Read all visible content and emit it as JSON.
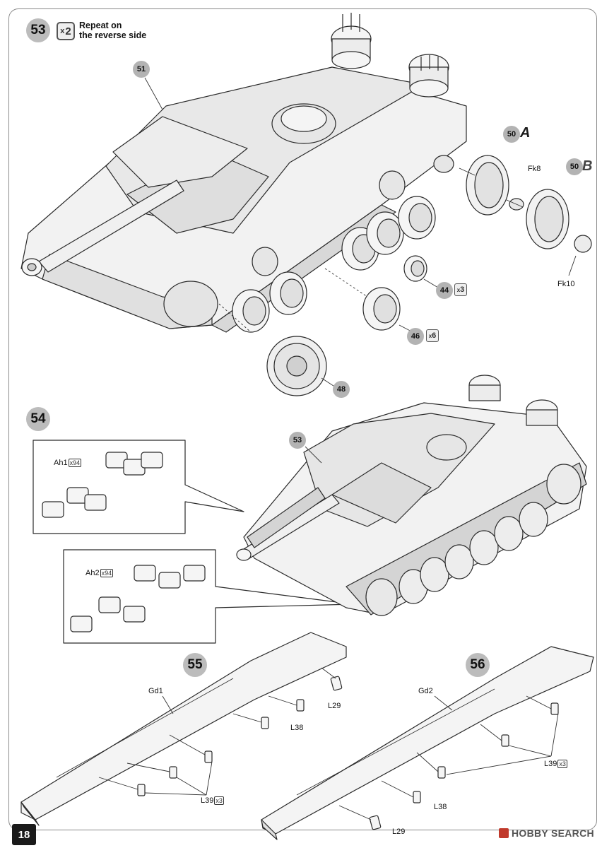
{
  "page": {
    "number": "18",
    "watermark": "HOBBY SEARCH"
  },
  "steps": [
    {
      "number": "53",
      "multiplier": "2",
      "note_line1": "Repeat on",
      "note_line2": "the reverse side"
    },
    {
      "number": "54"
    },
    {
      "number": "55"
    },
    {
      "number": "56"
    }
  ],
  "parts": {
    "p51": "51",
    "p50": "50",
    "p44": "44",
    "p46": "46",
    "p48": "48",
    "p53": "53",
    "variant_a": "A",
    "variant_b": "B",
    "fk8": "Fk8",
    "fk10": "Fk10",
    "qty_44": "3",
    "qty_46": "6"
  },
  "labels": {
    "ah1": "Ah1",
    "ah1_qty": "94",
    "ah2": "Ah2",
    "ah2_qty": "94",
    "gd1": "Gd1",
    "gd2": "Gd2",
    "l29_55": "L29",
    "l38_55": "L38",
    "l39_55": "L39",
    "l39_55_qty": "3",
    "l29_56": "L29",
    "l38_56": "L38",
    "l39_56": "L39",
    "l39_56_qty": "3"
  },
  "colors": {
    "line": "#2a2a2a",
    "hull_fill": "#f4f4f4",
    "badge_gray": "#b3b3b3"
  }
}
